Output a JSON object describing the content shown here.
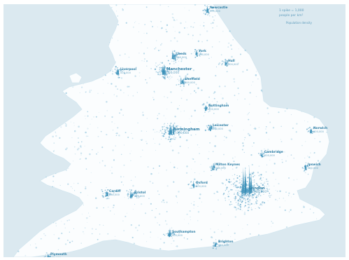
{
  "map": {
    "colors": {
      "sea": "#dbe9f0",
      "land": "#fbfdfe",
      "spike": "#3a8fb7",
      "dot": "#8ec3dc",
      "label": "#2f7fa6"
    },
    "icons": [
      "population-spike-icon"
    ],
    "cities": [
      {
        "name": "Newcastle",
        "sub": "000,000"
      },
      {
        "name": "Leeds",
        "sub": "000,000"
      },
      {
        "name": "York",
        "sub": "000,000"
      },
      {
        "name": "Hull",
        "sub": "000,000"
      },
      {
        "name": "Manchester",
        "sub": "000,000"
      },
      {
        "name": "Liverpool",
        "sub": "000,000"
      },
      {
        "name": "Sheffield",
        "sub": "000,000"
      },
      {
        "name": "Nottingham",
        "sub": "000,000"
      },
      {
        "name": "Leicester",
        "sub": "000,000"
      },
      {
        "name": "Birmingham",
        "sub": "0,000,000"
      },
      {
        "name": "Norwich",
        "sub": "000,000"
      },
      {
        "name": "Cambridge",
        "sub": "000,000"
      },
      {
        "name": "Milton Keynes",
        "sub": "000,000"
      },
      {
        "name": "Ipswich",
        "sub": "000,000"
      },
      {
        "name": "Oxford",
        "sub": "000,000"
      },
      {
        "name": "London",
        "sub": "00,000,000"
      },
      {
        "name": "Cardiff",
        "sub": "000,000"
      },
      {
        "name": "Bristol",
        "sub": "000,000"
      },
      {
        "name": "Southampton",
        "sub": "000,000"
      },
      {
        "name": "Brighton",
        "sub": "000,000"
      },
      {
        "name": "Plymouth",
        "sub": "000,000"
      }
    ],
    "legend": [
      "1 spike = 1,000",
      "people per km²",
      "Population density"
    ]
  }
}
